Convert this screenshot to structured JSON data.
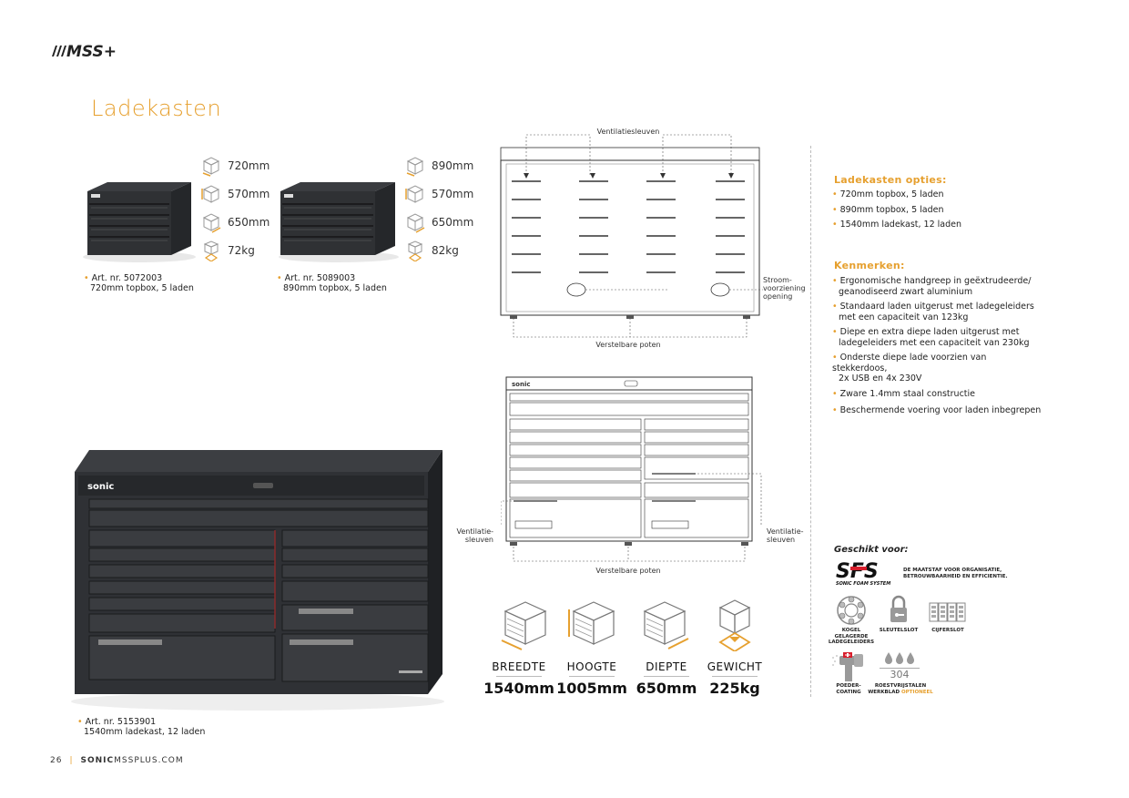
{
  "brand": {
    "logo_text": "MSS+"
  },
  "page_title": "Ladekasten",
  "products_small": [
    {
      "specs": [
        {
          "icon": "width-box-icon",
          "value": "720mm"
        },
        {
          "icon": "height-box-icon",
          "value": "570mm"
        },
        {
          "icon": "depth-box-icon",
          "value": "650mm"
        },
        {
          "icon": "weight-box-icon",
          "value": "72kg"
        }
      ],
      "art_nr": "Art. nr. 5072003",
      "desc": "720mm topbox, 5 laden"
    },
    {
      "specs": [
        {
          "icon": "width-box-icon",
          "value": "890mm"
        },
        {
          "icon": "height-box-icon",
          "value": "570mm"
        },
        {
          "icon": "depth-box-icon",
          "value": "650mm"
        },
        {
          "icon": "weight-box-icon",
          "value": "82kg"
        }
      ],
      "art_nr": "Art. nr. 5089003",
      "desc": "890mm topbox, 5 laden"
    }
  ],
  "product_large": {
    "brand_label": "sonic",
    "art_nr": "Art. nr. 5153901",
    "desc": "1540mm ladekast, 12 laden"
  },
  "diagram_top": {
    "vent_label": "Ventilatiesleuven",
    "power_label_1": "Stroom-",
    "power_label_2": "voorziening",
    "power_label_3": "opening",
    "legs_label": "Verstelbare poten"
  },
  "diagram_front": {
    "brand_label": "sonic",
    "vent_left_1": "Ventilatie-",
    "vent_left_2": "sleuven",
    "vent_right_1": "Ventilatie-",
    "vent_right_2": "sleuven",
    "legs_label": "Verstelbare poten"
  },
  "dimensions": [
    {
      "label": "BREEDTE",
      "value": "1540mm"
    },
    {
      "label": "HOOGTE",
      "value": "1005mm"
    },
    {
      "label": "DIEPTE",
      "value": "650mm"
    },
    {
      "label": "GEWICHT",
      "value": "225kg"
    }
  ],
  "options": {
    "heading": "Ladekasten opties:",
    "items": [
      "720mm topbox, 5 laden",
      "890mm topbox, 5 laden",
      "1540mm ladekast, 12 laden"
    ]
  },
  "features": {
    "heading": "Kenmerken:",
    "items": [
      [
        "Ergonomische handgreep in geëxtrudeerde/",
        "geanodiseerd zwart aluminium"
      ],
      [
        "Standaard laden uitgerust met ladegeleiders",
        "met een capaciteit van 123kg"
      ],
      [
        "Diepe en extra diepe laden uitgerust met",
        "ladegeleiders met een capaciteit van 230kg"
      ],
      [
        "Onderste diepe lade voorzien van stekkerdoos,",
        "2x USB en 4x 230V"
      ],
      [
        "Zware 1.4mm staal constructie",
        ""
      ],
      [
        "Beschermende voering voor laden inbegrepen",
        ""
      ]
    ]
  },
  "suitable": {
    "heading": "Geschikt voor:",
    "sfs_logo": "SFS",
    "sfs_sub": "SONIC FOAM SYSTEM",
    "sfs_tag_1": "DE MAATSTAF VOOR ORGANISATIE,",
    "sfs_tag_2": "BETROUWBAARHEID EN EFFICIENTIE.",
    "icons": [
      {
        "icon": "ball-bearing-icon",
        "label_1": "KOGEL GELAGERDE",
        "label_2": "LADEGELEIDERS"
      },
      {
        "icon": "padlock-icon",
        "label_1": "SLEUTELSLOT",
        "label_2": ""
      },
      {
        "icon": "combination-lock-icon",
        "label_1": "CIJFERSLOT",
        "label_2": ""
      }
    ],
    "coating_1": "POEDER-",
    "coating_2": "COATING",
    "steel_code": "304",
    "steel_1": "ROESTVRIJSTALEN",
    "steel_2": "WERKBLAD",
    "steel_opt": "OPTIONEEL"
  },
  "footer": {
    "page": "26",
    "site_bold": "SONIC",
    "site_rest": "MSSPLUS.COM"
  },
  "colors": {
    "accent": "#e6a02f",
    "cabinet": "#2b2d30",
    "sfs_red": "#d81e2c"
  }
}
